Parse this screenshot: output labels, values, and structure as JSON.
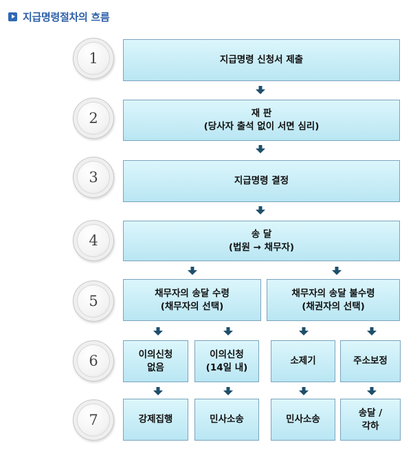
{
  "title": "지급명령절차의 흐름",
  "steps": [
    {
      "number": "1",
      "label": "지급명령 신청서 제출"
    },
    {
      "number": "2",
      "line1": "재 판",
      "line2": "(당사자 출석 없이 서면 심리)"
    },
    {
      "number": "3",
      "label": "지급명령 결정"
    },
    {
      "number": "4",
      "line1": "송 달",
      "line2": "(법원 → 채무자)"
    },
    {
      "number": "5",
      "left": {
        "line1": "채무자의 송달 수령",
        "line2": "(채무자의 선택)"
      },
      "right": {
        "line1": "채무자의 송달 불수령",
        "line2": "(채권자의 선택)"
      }
    },
    {
      "number": "6",
      "boxes": [
        {
          "line1": "이의신청",
          "line2": "없음"
        },
        {
          "line1": "이의신청",
          "line2": "(14일 내)"
        },
        {
          "line1": "소제기"
        },
        {
          "line1": "주소보정"
        }
      ]
    },
    {
      "number": "7",
      "boxes": [
        {
          "line1": "강제집행"
        },
        {
          "line1": "민사소송"
        },
        {
          "line1": "민사소송"
        },
        {
          "line1": "송달 /",
          "line2": "각하"
        }
      ]
    }
  ],
  "colors": {
    "box_top": "#dcf6fc",
    "box_bottom": "#b9e6f3",
    "box_border": "#7aa3bd",
    "arrow": "#1f4f6b",
    "title": "#2c5fa8"
  }
}
